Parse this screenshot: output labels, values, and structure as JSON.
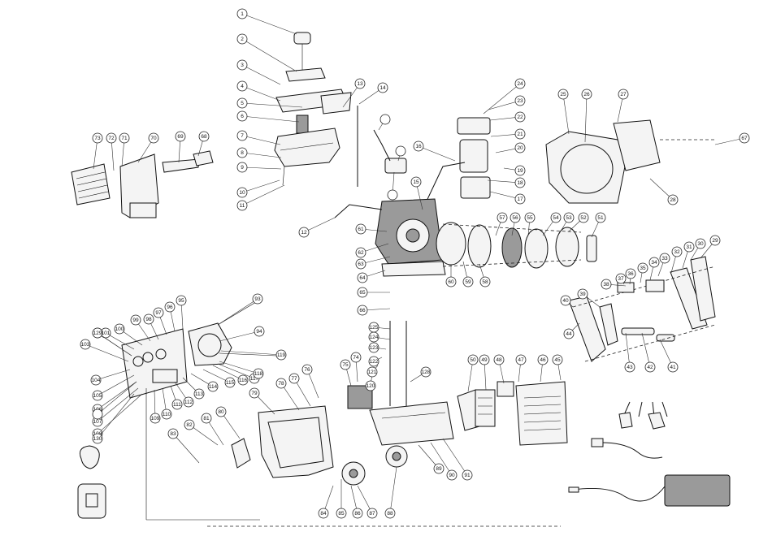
{
  "diagram": {
    "callout_labels": [
      "1",
      "2",
      "3",
      "4",
      "5",
      "6",
      "7",
      "8",
      "9",
      "10",
      "11",
      "12",
      "13",
      "14",
      "15",
      "16",
      "17",
      "18",
      "19",
      "20",
      "21",
      "22",
      "23",
      "24",
      "25",
      "26",
      "27",
      "28",
      "29",
      "30",
      "31",
      "32",
      "33",
      "34",
      "35",
      "36",
      "37",
      "38",
      "39",
      "40",
      "41",
      "42",
      "43",
      "44",
      "45",
      "46",
      "47",
      "48",
      "49",
      "50",
      "51",
      "52",
      "53",
      "54",
      "55",
      "56",
      "57",
      "58",
      "59",
      "60",
      "61",
      "62",
      "63",
      "64",
      "65",
      "66",
      "67",
      "68",
      "69",
      "70",
      "71",
      "72",
      "73",
      "74",
      "75",
      "76",
      "77",
      "78",
      "79",
      "80",
      "81",
      "82",
      "83",
      "84",
      "85",
      "86",
      "87",
      "88",
      "89",
      "90",
      "91",
      "93",
      "94",
      "95",
      "96",
      "97",
      "98",
      "99",
      "100",
      "101",
      "102",
      "103",
      "104",
      "105",
      "106",
      "107",
      "108",
      "109",
      "110",
      "111",
      "112",
      "113",
      "114",
      "115",
      "116",
      "117",
      "118",
      "119",
      "120",
      "121",
      "122",
      "123",
      "124",
      "125",
      "128",
      "129",
      "130",
      "",
      "",
      "",
      ""
    ]
  }
}
